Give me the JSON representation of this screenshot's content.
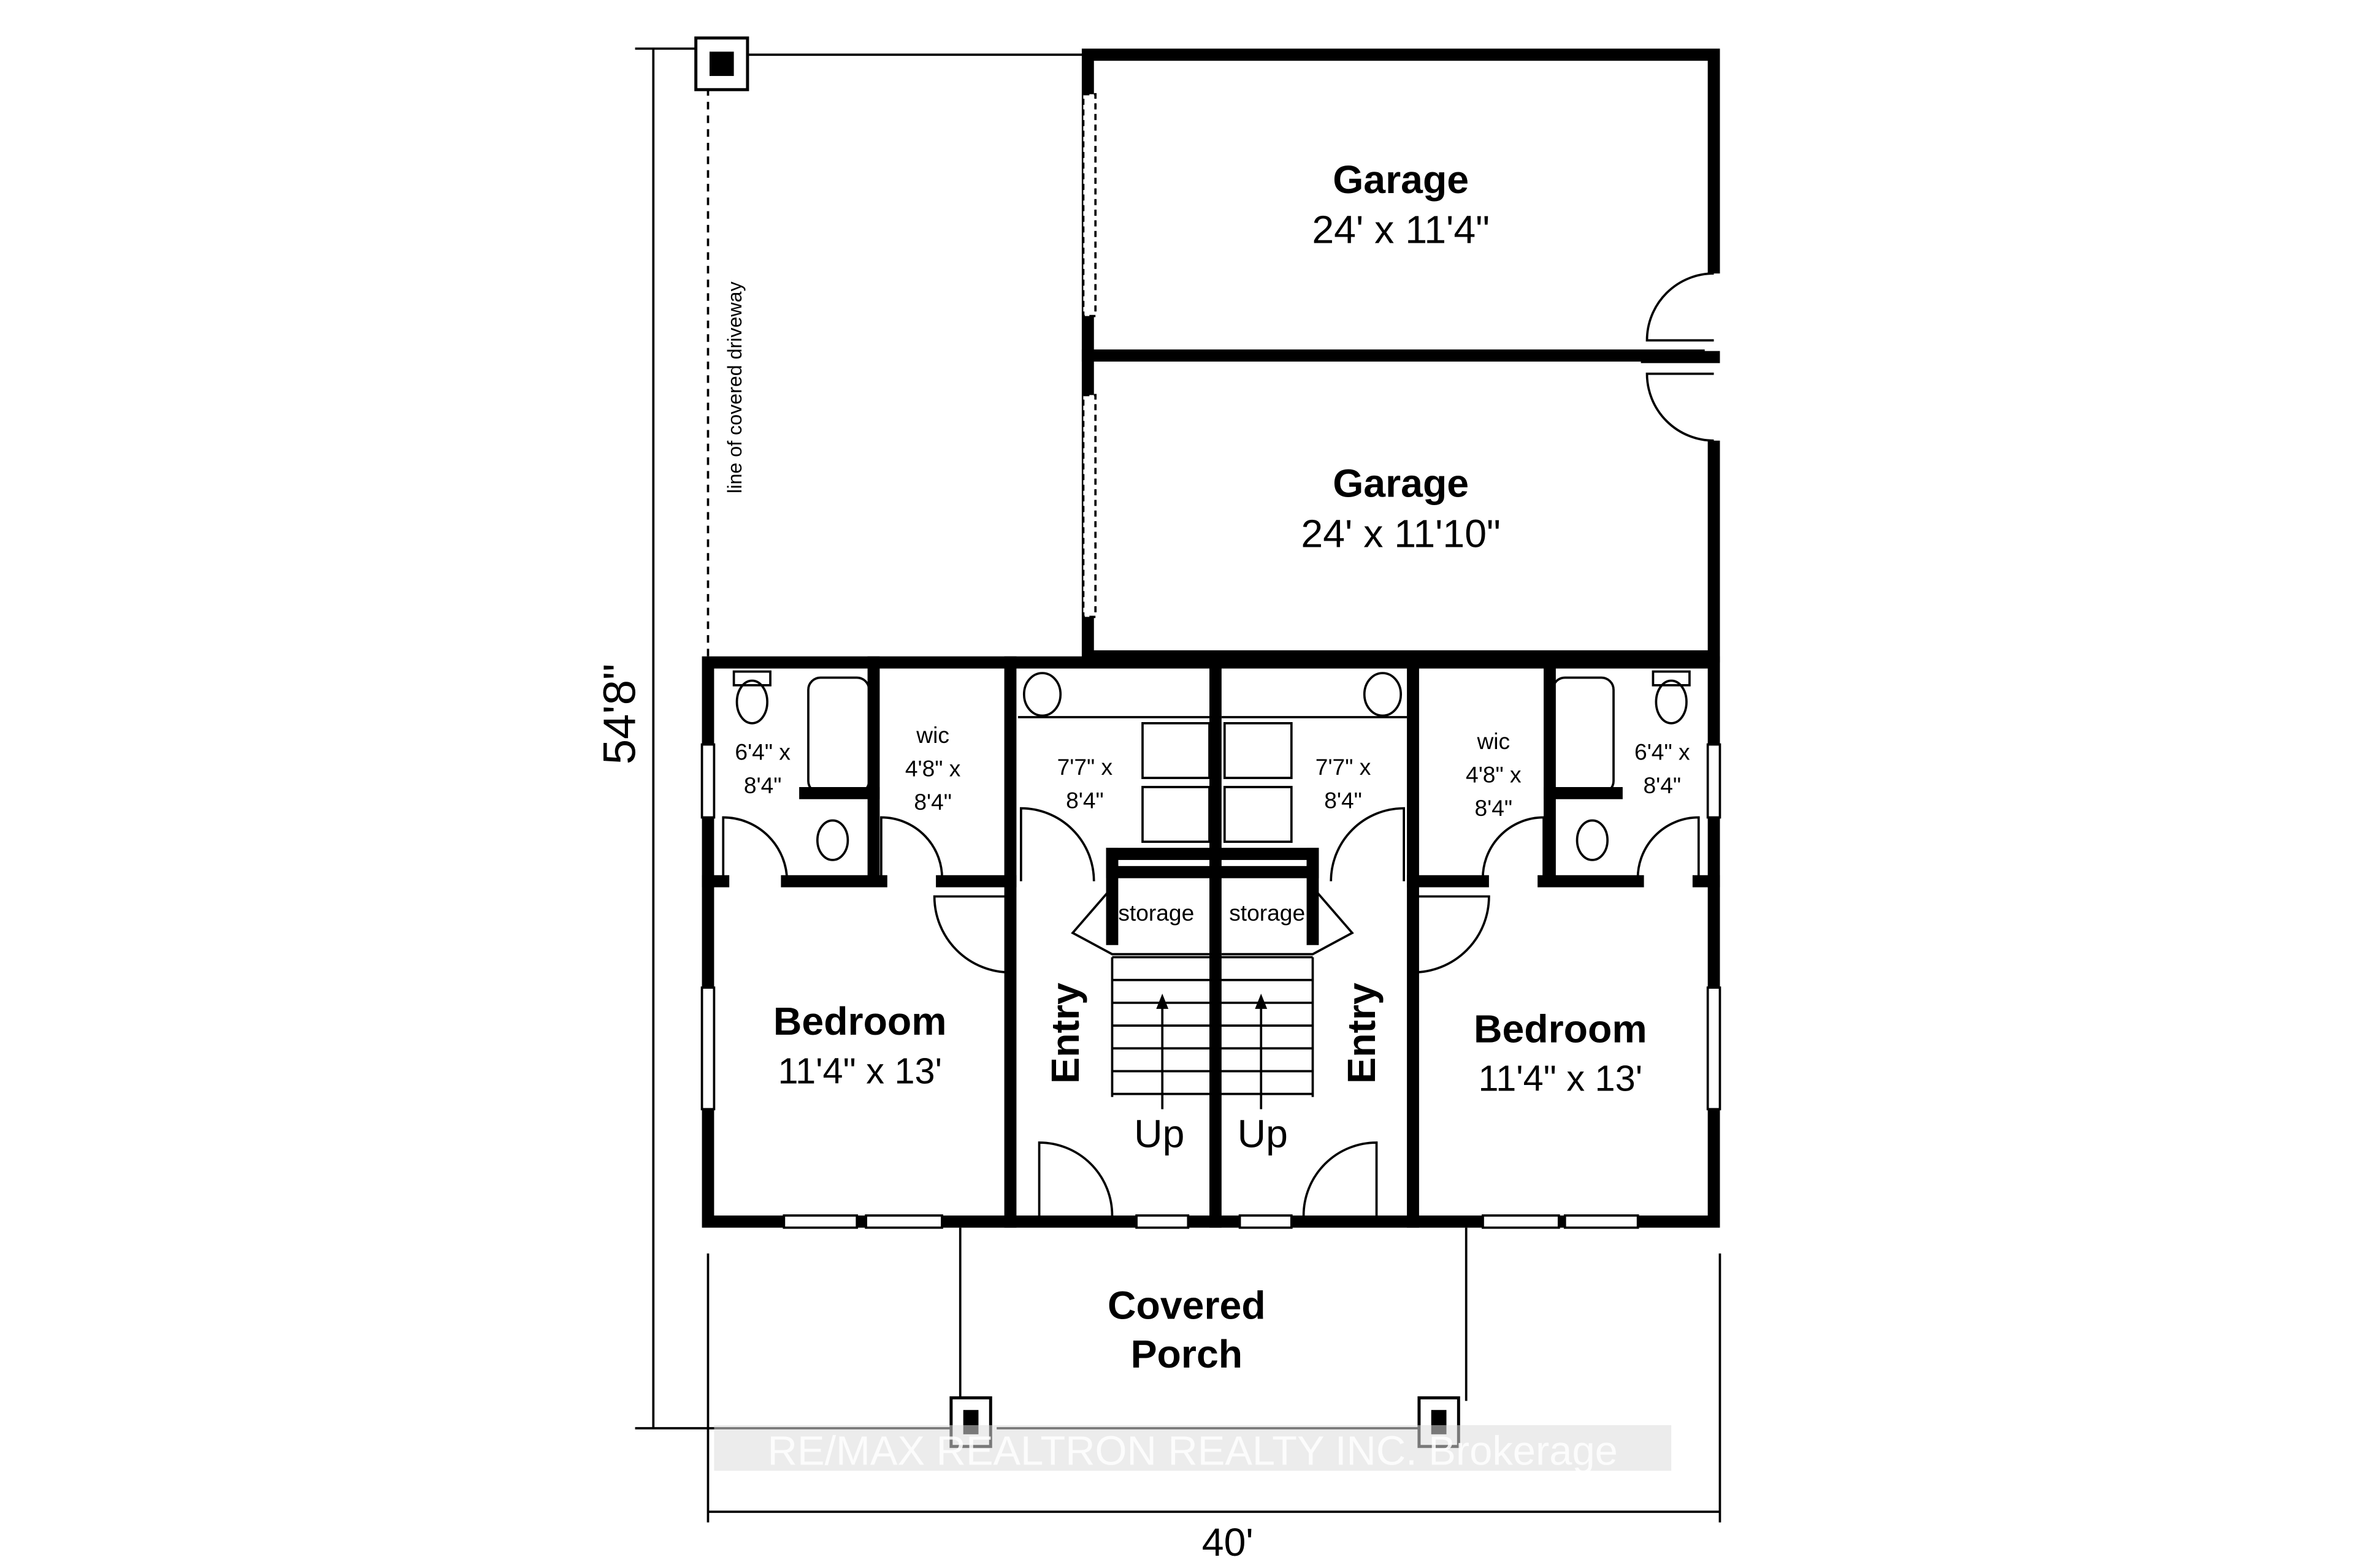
{
  "plan": {
    "garage_1": {
      "name": "Garage",
      "size": "24' x 11'4\""
    },
    "garage_2": {
      "name": "Garage",
      "size": "24' x 11'10\""
    },
    "driveway_note": "line of covered driveway",
    "left_unit": {
      "bath": {
        "size_1": "6'4\" x",
        "size_2": "8'4\""
      },
      "wic": {
        "name": "wic",
        "size_1": "4'8\" x",
        "size_2": "8'4\""
      },
      "laundry_bath": {
        "size_1": "7'7\" x",
        "size_2": "8'4\""
      },
      "storage": "storage",
      "entry": "Entry",
      "stairs": "Up",
      "bedroom": {
        "name": "Bedroom",
        "size": "11'4\" x 13'"
      }
    },
    "right_unit": {
      "bath": {
        "size_1": "6'4\" x",
        "size_2": "8'4\""
      },
      "wic": {
        "name": "wic",
        "size_1": "4'8\" x",
        "size_2": "8'4\""
      },
      "laundry_bath": {
        "size_1": "7'7\" x",
        "size_2": "8'4\""
      },
      "storage": "storage",
      "entry": "Entry",
      "stairs": "Up",
      "bedroom": {
        "name": "Bedroom",
        "size": "11'4\" x 13'"
      }
    },
    "porch": {
      "line1": "Covered",
      "line2": "Porch"
    },
    "dimensions": {
      "depth": "54'8\"",
      "width": "40'"
    },
    "watermark": "RE/MAX REALTRON REALTY INC. Brokerage"
  }
}
